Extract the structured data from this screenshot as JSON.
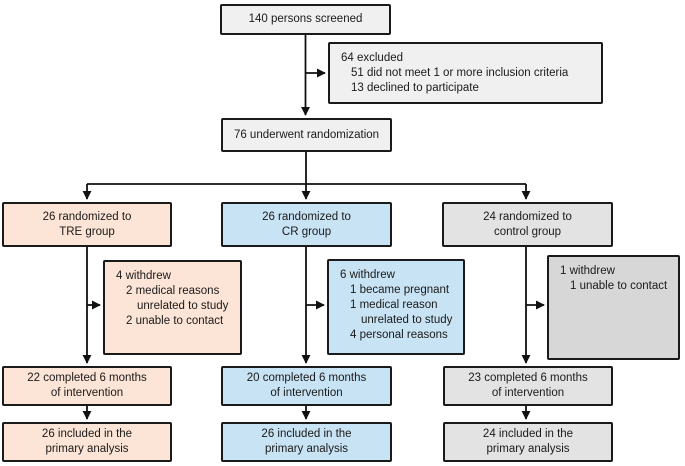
{
  "palette": {
    "tre_fill": "#fce4d6",
    "cr_fill": "#c8e3f4",
    "control_fill": "#e3e3e3",
    "control_withdrew_fill": "#d7d7d7",
    "neutral_fill": "#f0f0f0",
    "border": "#1a1a1a",
    "line": "#111111"
  },
  "nodes": {
    "screened": {
      "lines": [
        "140 persons screened"
      ]
    },
    "excluded": {
      "lines": [
        "64 excluded",
        "51 did not meet 1 or more inclusion criteria",
        "13 declined to participate"
      ]
    },
    "randomization": {
      "lines": [
        "76 underwent randomization"
      ]
    },
    "tre_randomized": {
      "lines": [
        "26 randomized to",
        "TRE group"
      ]
    },
    "cr_randomized": {
      "lines": [
        "26 randomized to",
        "CR group"
      ]
    },
    "control_randomized": {
      "lines": [
        "24 randomized to",
        "control group"
      ]
    },
    "tre_withdrew": {
      "lines": [
        "4 withdrew",
        "2 medical reasons",
        "unrelated to study",
        "2 unable to contact"
      ]
    },
    "cr_withdrew": {
      "lines": [
        "6 withdrew",
        "1 became pregnant",
        "1 medical reason",
        "unrelated to study",
        "4 personal reasons"
      ]
    },
    "control_withdrew": {
      "lines": [
        "1 withdrew",
        "1 unable to contact"
      ]
    },
    "tre_completed": {
      "lines": [
        "22 completed 6 months",
        "of intervention"
      ]
    },
    "cr_completed": {
      "lines": [
        "20 completed 6 months",
        "of intervention"
      ]
    },
    "control_completed": {
      "lines": [
        "23 completed 6 months",
        "of intervention"
      ]
    },
    "tre_analyzed": {
      "lines": [
        "26 included in the",
        "primary analysis"
      ]
    },
    "cr_analyzed": {
      "lines": [
        "26 included in the",
        "primary analysis"
      ]
    },
    "control_analyzed": {
      "lines": [
        "24 included in the",
        "primary analysis"
      ]
    }
  }
}
